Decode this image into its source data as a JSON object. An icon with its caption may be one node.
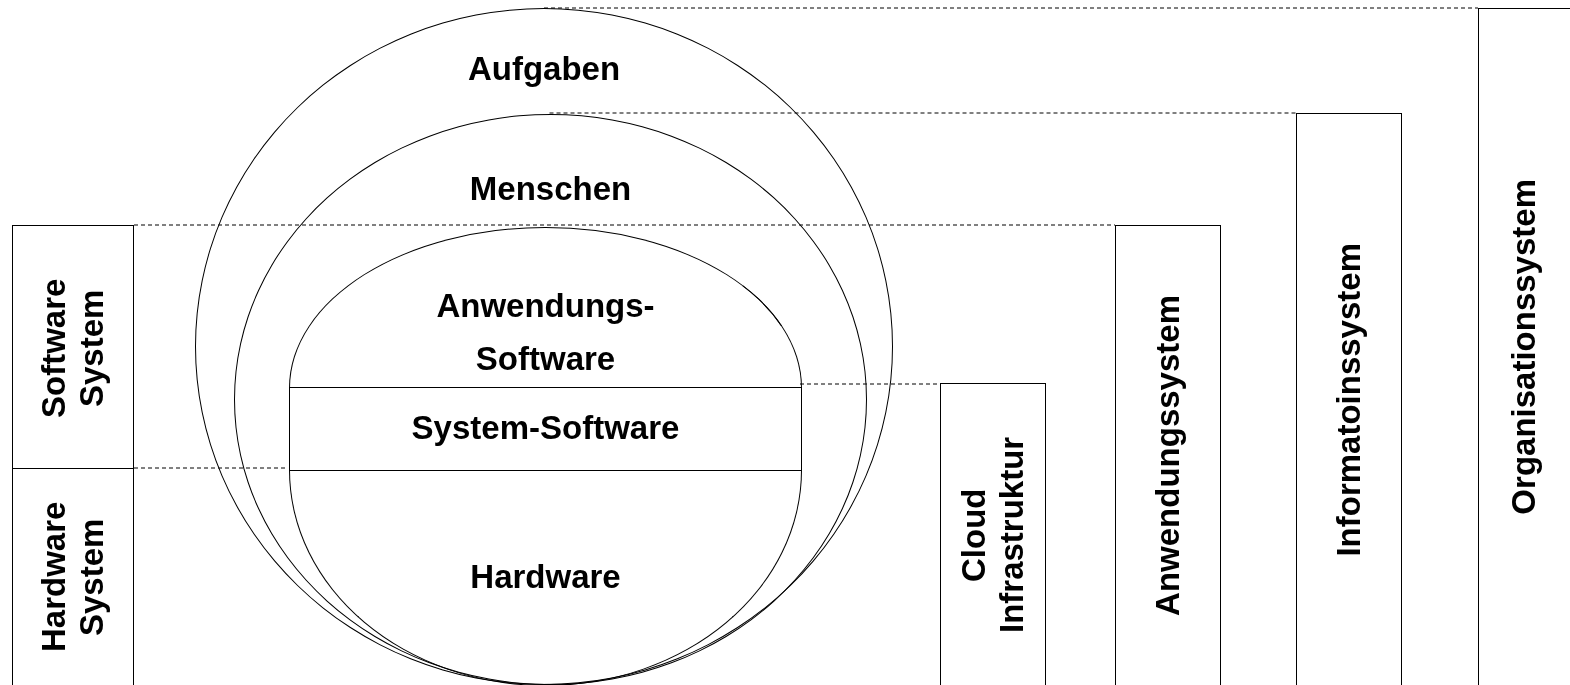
{
  "diagram": {
    "nodes": [
      {
        "text": [
          "Aufgaben"
        ]
      },
      {
        "text": [
          "Menschen"
        ],
        "in": 0
      },
      {
        "text": [
          "Anwendungs-Software"
        ],
        "in": 1
      },
      {
        "text": [
          "System-Software"
        ],
        "in": 1
      },
      {
        "text": [
          "Hardware"
        ],
        "in": 1
      },
      {
        "text": [
          "Software System"
        ]
      },
      {
        "text": [
          "Hardware System"
        ]
      },
      {
        "text": [
          "Cloud Infrastruktur"
        ]
      },
      {
        "text": [
          "Anwendungssystem"
        ]
      },
      {
        "text": [
          "Informatoinssystem"
        ]
      },
      {
        "text": [
          "Organisationssystem"
        ]
      }
    ],
    "edges": [
      {
        "from": 0,
        "to": 10,
        "arrow": "none",
        "style": "dashed"
      },
      {
        "from": 1,
        "to": 9,
        "arrow": "none",
        "style": "dashed"
      },
      {
        "from": 5,
        "to": 8,
        "arrow": "none",
        "style": "dashed"
      },
      {
        "from": 2,
        "to": 7,
        "arrow": "none",
        "style": "dashed"
      },
      {
        "from": 6,
        "to": 3,
        "arrow": "none",
        "style": "dashed"
      }
    ]
  }
}
